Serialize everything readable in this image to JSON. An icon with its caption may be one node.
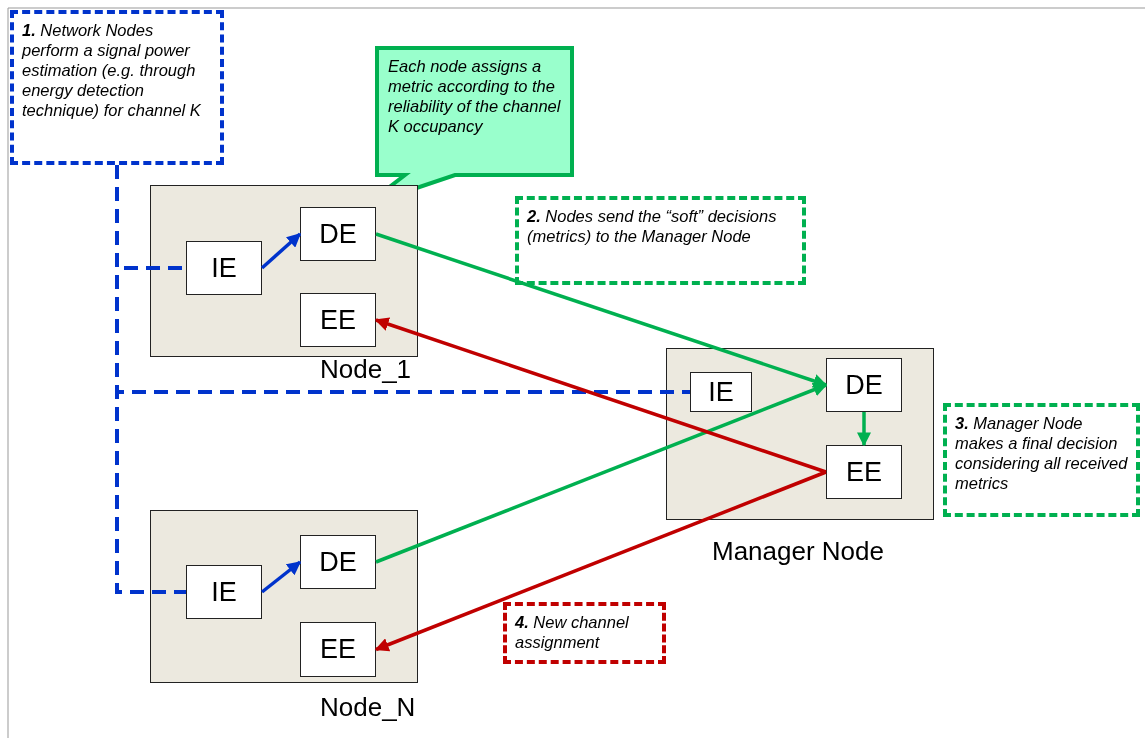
{
  "diagram": {
    "nodes": [
      {
        "text": [
          "**1.** Network Nodes perform a signal power estimation (e.g. through energy detection technique) for channel K"
        ]
      },
      {
        "text": [
          "Each node assigns a metric according to the reliability of the channel K occupancy"
        ]
      },
      {
        "text": [
          "Node_1"
        ]
      },
      {
        "text": [
          "IE"
        ],
        "in": 2
      },
      {
        "text": [
          "DE"
        ],
        "in": 2
      },
      {
        "text": [
          "EE"
        ],
        "in": 2
      },
      {
        "text": [
          "**2.** Nodes send the “soft” decisions (metrics) to the Manager Node"
        ]
      },
      {
        "text": [
          "Manager Node"
        ]
      },
      {
        "text": [
          "IE"
        ],
        "in": 7
      },
      {
        "text": [
          "DE"
        ],
        "in": 7
      },
      {
        "text": [
          "EE"
        ],
        "in": 7
      },
      {
        "text": [
          "**3.** Manager Node makes a final decision considering all received metrics"
        ]
      },
      {
        "text": [
          "Node_N"
        ]
      },
      {
        "text": [
          "IE"
        ],
        "in": 12
      },
      {
        "text": [
          "DE"
        ],
        "in": 12
      },
      {
        "text": [
          "EE"
        ],
        "in": 12
      },
      {
        "text": [
          "**4.** New channel assignment"
        ]
      }
    ],
    "edges": [
      {
        "from": 0,
        "to": 3,
        "arrow": "none",
        "style": "dashed",
        "color": "#0033cc"
      },
      {
        "from": 0,
        "to": 8,
        "arrow": "none",
        "style": "dashed",
        "color": "#0033cc"
      },
      {
        "from": 0,
        "to": 13,
        "arrow": "none",
        "style": "dashed",
        "color": "#0033cc"
      },
      {
        "from": 3,
        "to": 4,
        "arrow": "to",
        "color": "#0033cc"
      },
      {
        "from": 13,
        "to": 14,
        "arrow": "to",
        "color": "#0033cc"
      },
      {
        "from": 4,
        "to": 9,
        "arrow": "to",
        "color": "#00b050"
      },
      {
        "from": 14,
        "to": 9,
        "arrow": "to",
        "color": "#00b050"
      },
      {
        "from": 9,
        "to": 10,
        "arrow": "to",
        "color": "#00b050"
      },
      {
        "from": 10,
        "to": 5,
        "arrow": "to",
        "color": "#c00000"
      },
      {
        "from": 10,
        "to": 15,
        "arrow": "to",
        "color": "#c00000"
      }
    ]
  }
}
